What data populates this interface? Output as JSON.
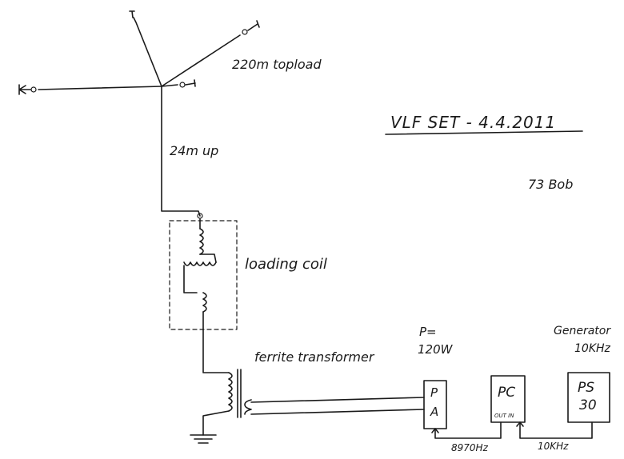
{
  "title": "VLF SET - 4.4.2011",
  "signature": "73 Bob",
  "labels": {
    "topload": "220m topload",
    "up": "24m up",
    "loading_coil": "loading coil",
    "ferrite": "ferrite transformer",
    "power_line1": "P=",
    "power_line2": "120W",
    "generator_line1": "Generator",
    "generator_line2": "10KHz",
    "pa_line1": "P",
    "pa_line2": "A",
    "pc": "PC",
    "pc_sub": "OUT IN",
    "ps_line1": "PS",
    "ps_line2": "30",
    "freq1": "8970Hz",
    "freq2": "10KHz"
  }
}
